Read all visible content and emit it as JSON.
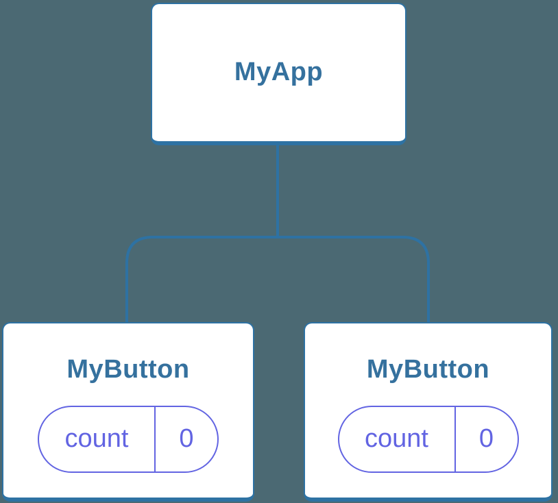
{
  "diagram": {
    "type": "component-tree",
    "background_color": "#4B6973",
    "line_color": "#2E72A3",
    "card_background": "#ffffff",
    "card_border_color": "#2E72A3",
    "title_color": "#35719E",
    "state_pill_color": "#6264E2",
    "root": {
      "label": "MyApp"
    },
    "children": [
      {
        "label": "MyButton",
        "state": {
          "key": "count",
          "value": "0"
        }
      },
      {
        "label": "MyButton",
        "state": {
          "key": "count",
          "value": "0"
        }
      }
    ]
  }
}
